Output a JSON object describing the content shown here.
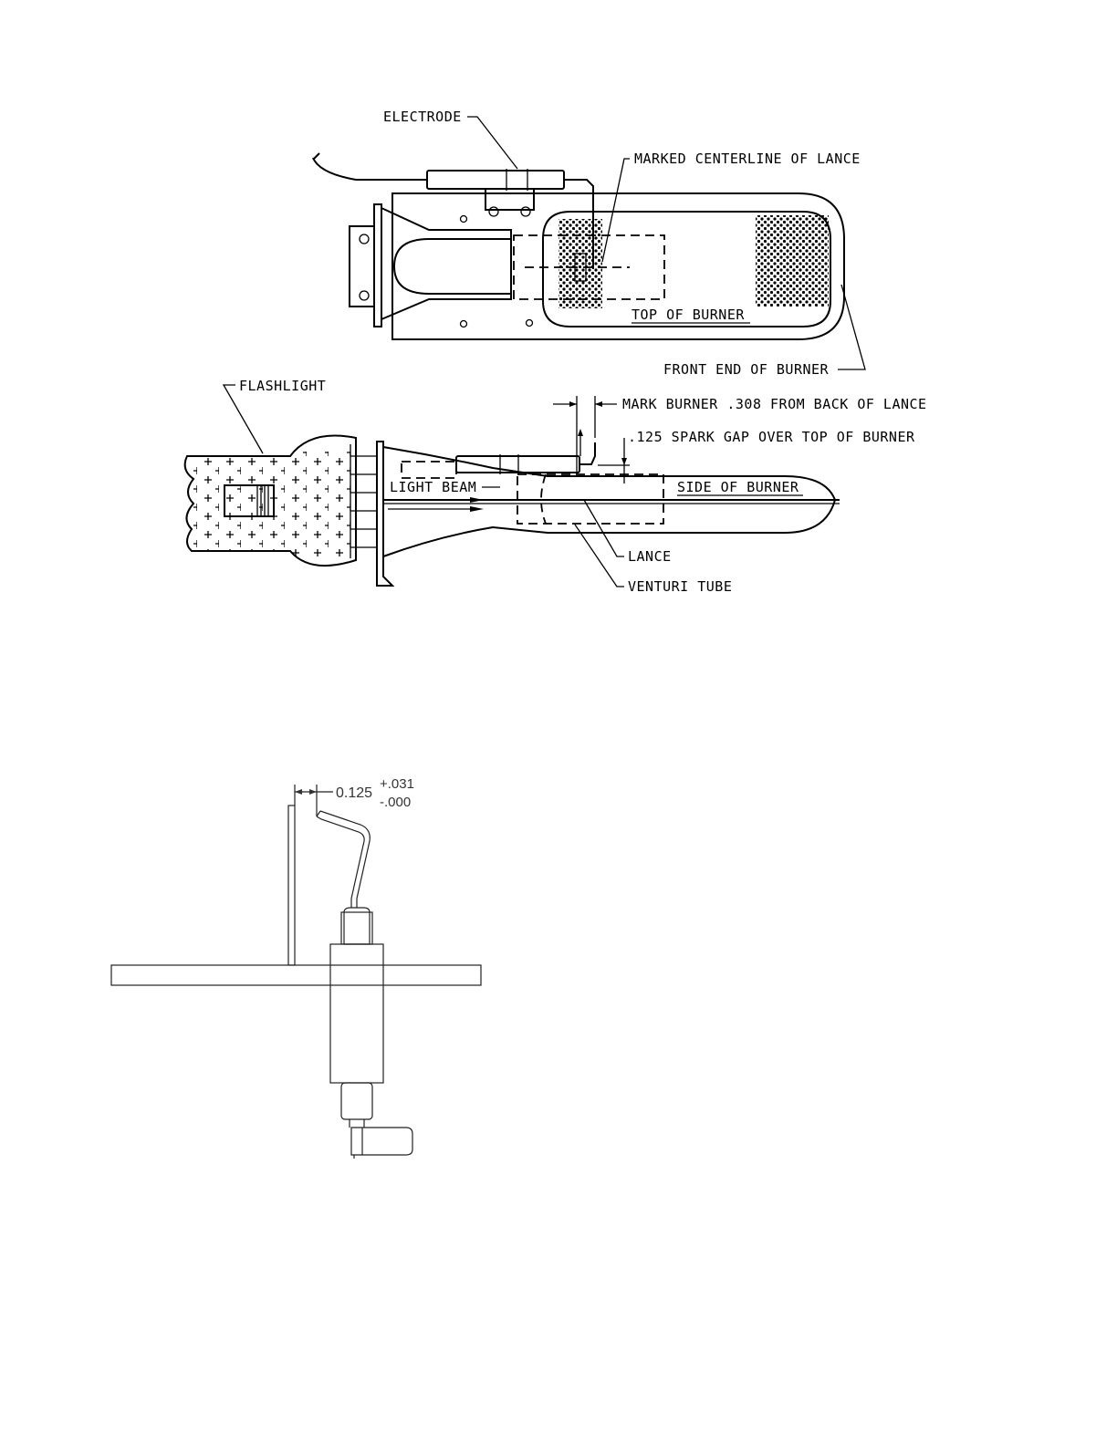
{
  "top_view": {
    "electrode_label": "ELECTRODE",
    "centerline_label": "MARKED CENTERLINE OF LANCE",
    "top_label": "TOP OF BURNER",
    "front_end_label": "FRONT END OF BURNER"
  },
  "side_view": {
    "flashlight_label": "FLASHLIGHT",
    "mark_label": "MARK BURNER .308 FROM BACK OF LANCE",
    "spark_gap_label": ".125 SPARK GAP OVER TOP OF BURNER",
    "light_beam_label": "LIGHT BEAM",
    "side_label": "SIDE OF BURNER",
    "lance_label": "LANCE",
    "venturi_label": "VENTURI TUBE"
  },
  "gap_detail": {
    "nominal": "0.125",
    "tol_plus": "+.031",
    "tol_minus": "-.000"
  }
}
